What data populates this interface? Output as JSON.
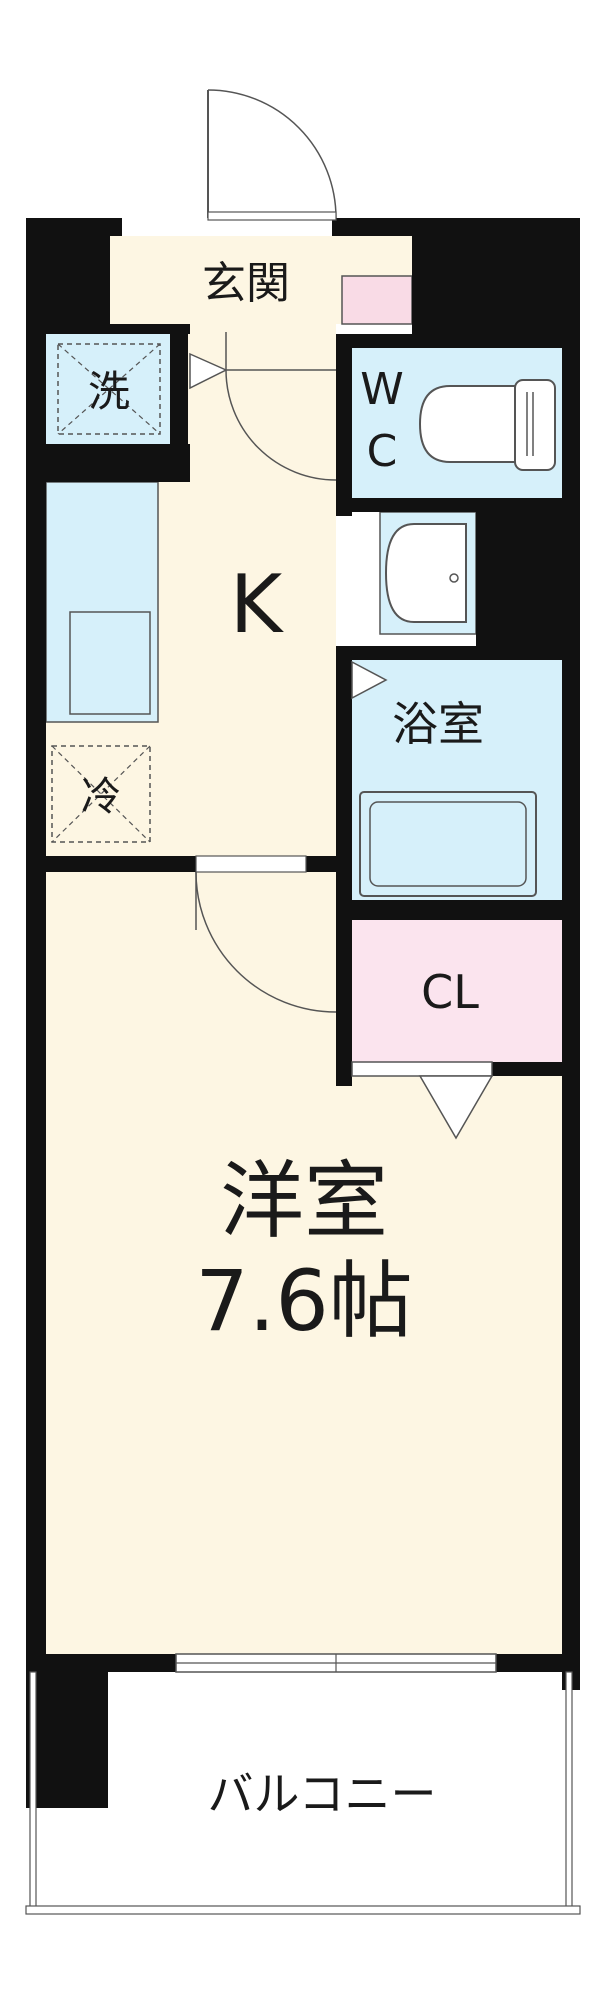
{
  "rooms": {
    "entrance": "玄関",
    "washer": "洗",
    "wc_line1": "W",
    "wc_line2": "C",
    "kitchen": "K",
    "fridge": "冷",
    "bath": "浴室",
    "closet": "CL",
    "western_room": "洋室",
    "western_room_size": "7.6帖",
    "balcony": "バルコニー"
  },
  "colors": {
    "wall": "#111111",
    "floor": "#fdf6e3",
    "wet_area": "#d6f0fa",
    "closet": "#fbe4ee",
    "entrance_box": "#f9dbe6",
    "balcony": "#ffffff"
  }
}
